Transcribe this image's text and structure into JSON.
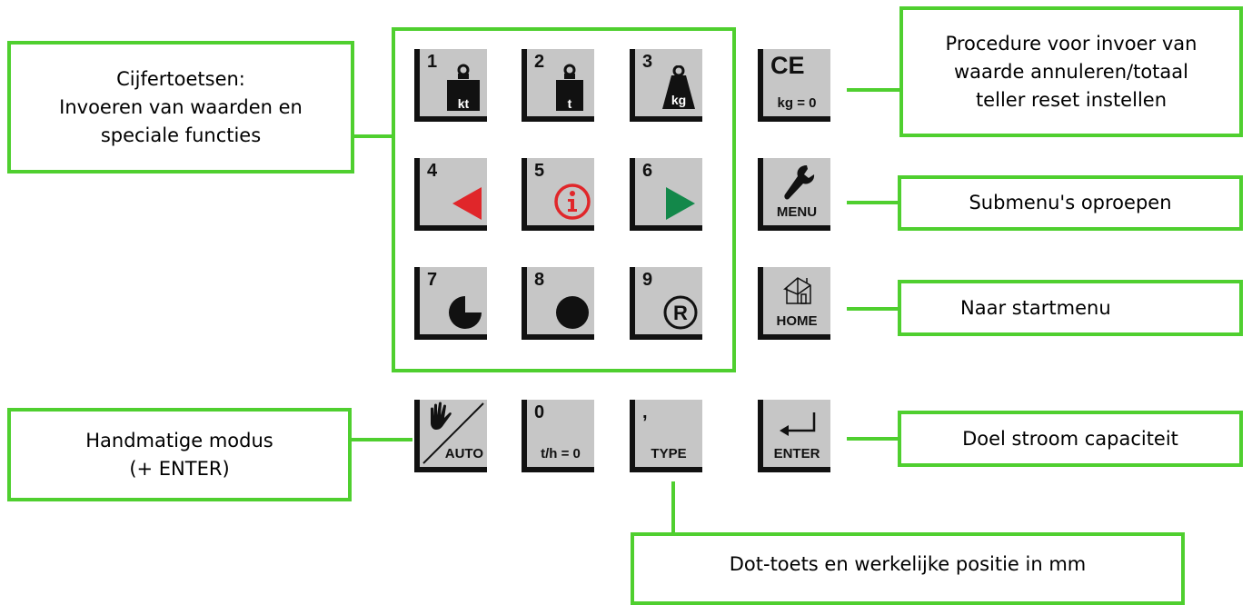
{
  "callouts": {
    "cijfertoetsen": {
      "line1": "Cijfertoetsen:",
      "line2": "Invoeren van waarden en",
      "line3": "speciale functies"
    },
    "procedure": {
      "line1": "Procedure voor invoer van",
      "line2": "waarde annuleren/totaal",
      "line3": "teller reset instellen"
    },
    "submenu": "Submenu's oproepen",
    "startmenu": "Naar startmenu",
    "handmatig": {
      "line1": "Handmatige modus",
      "line2": "(+ ENTER)"
    },
    "doel": "Doel stroom capaciteit",
    "dot": "Dot-toets en werkelijke positie in mm"
  },
  "keys": {
    "k1": {
      "num": "1",
      "weight": "kt"
    },
    "k2": {
      "num": "2",
      "weight": "t"
    },
    "k3": {
      "num": "3",
      "weight": "kg"
    },
    "k4": {
      "num": "4"
    },
    "k5": {
      "num": "5"
    },
    "k6": {
      "num": "6"
    },
    "k7": {
      "num": "7"
    },
    "k8": {
      "num": "8"
    },
    "k9": {
      "num": "9",
      "symbol": "R"
    },
    "ce": {
      "label": "CE",
      "sub": "kg = 0"
    },
    "menu": {
      "sub": "MENU"
    },
    "home": {
      "sub": "HOME"
    },
    "auto": {
      "sub": "AUTO"
    },
    "k0": {
      "num": "0",
      "sub": "t/h = 0"
    },
    "type": {
      "num": ",",
      "sub": "TYPE"
    },
    "enter": {
      "sub": "ENTER"
    }
  },
  "colors": {
    "accent": "#4fcf2f",
    "red": "#e0262a",
    "green": "#13884a",
    "key": "#c6c6c6"
  }
}
